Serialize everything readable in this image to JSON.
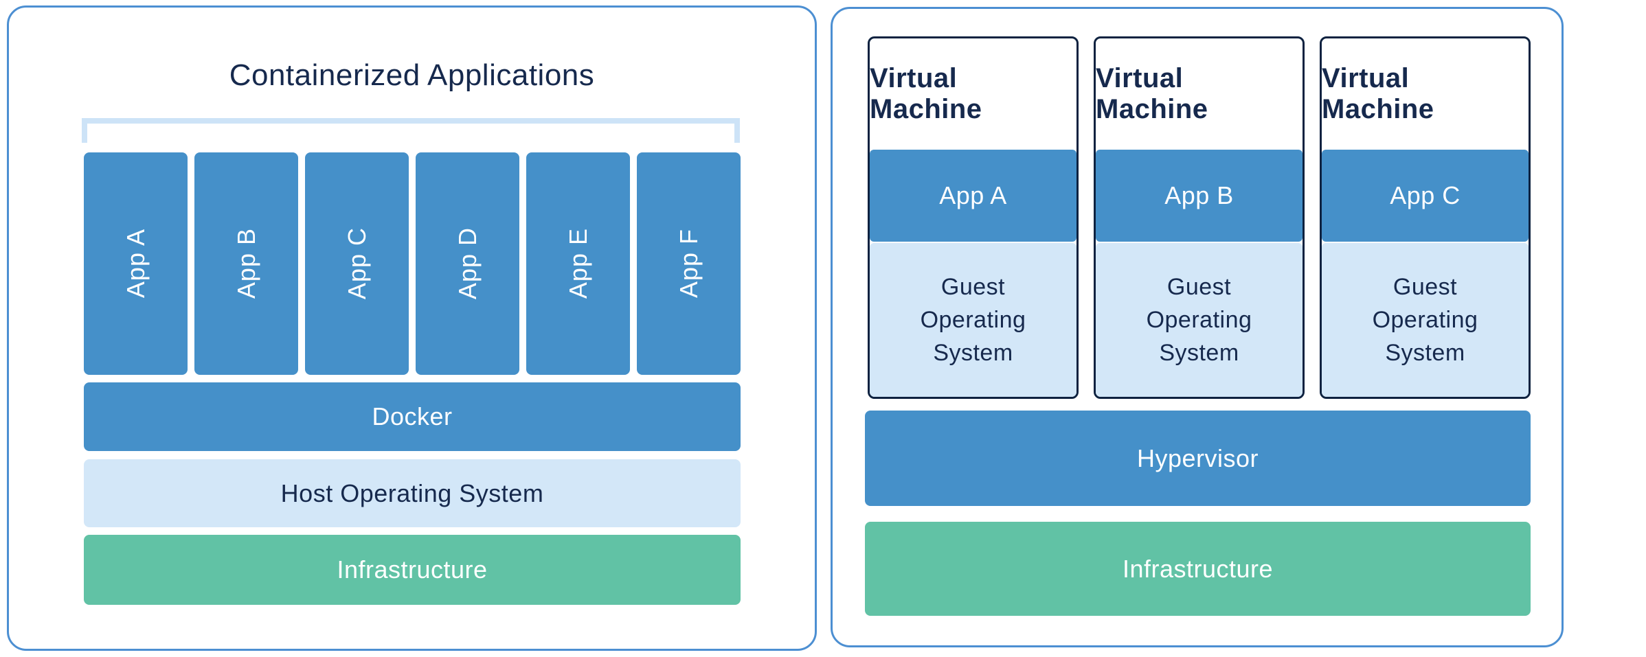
{
  "colors": {
    "blue": "#4590c9",
    "light_blue": "#d3e7f8",
    "green": "#61c2a5",
    "navy": "#16294d",
    "vm_border": "#0e2240",
    "panel_border": "#4c8fd2",
    "bracket": "#cde3f7"
  },
  "left_panel": {
    "title": "Containerized Applications",
    "apps": [
      "App A",
      "App B",
      "App C",
      "App D",
      "App E",
      "App F"
    ],
    "docker_label": "Docker",
    "host_os_label": "Host Operating System",
    "infrastructure_label": "Infrastructure"
  },
  "right_panel": {
    "vms": [
      {
        "title": "Virtual Machine",
        "app": "App A",
        "guest_os": "Guest Operating System"
      },
      {
        "title": "Virtual Machine",
        "app": "App B",
        "guest_os": "Guest Operating System"
      },
      {
        "title": "Virtual Machine",
        "app": "App C",
        "guest_os": "Guest Operating System"
      }
    ],
    "hypervisor_label": "Hypervisor",
    "infrastructure_label": "Infrastructure"
  }
}
